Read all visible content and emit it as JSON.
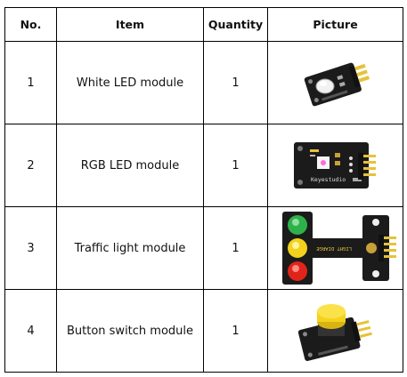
{
  "table": {
    "headers": {
      "no": "No.",
      "item": "Item",
      "quantity": "Quantity",
      "picture": "Picture"
    },
    "rows": [
      {
        "no": "1",
        "item": "White LED module",
        "quantity": "1",
        "picture_icon": "white-led-module-icon"
      },
      {
        "no": "2",
        "item": "RGB LED module",
        "quantity": "1",
        "picture_icon": "rgb-led-module-icon"
      },
      {
        "no": "3",
        "item": "Traffic light module",
        "quantity": "1",
        "picture_icon": "traffic-light-module-icon"
      },
      {
        "no": "4",
        "item": "Button switch module",
        "quantity": "1",
        "picture_icon": "button-switch-module-icon"
      }
    ]
  },
  "pictures": {
    "rgb_module_silk": "Keyestudio",
    "traffic_module_silk": "LIGHT DIARGE"
  },
  "colors": {
    "pcb": "#1b1b1b",
    "header_pins": "#e6c23a",
    "led_red": "#e0241a",
    "led_yellow": "#f2d21c",
    "led_green": "#2fb14a",
    "button_cap": "#f5d31d"
  }
}
